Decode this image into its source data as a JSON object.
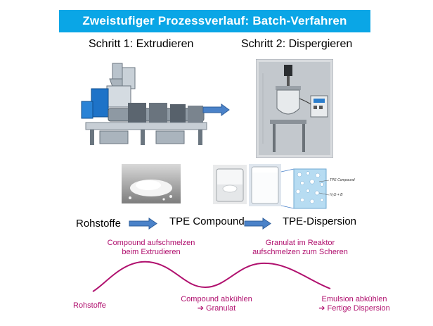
{
  "title": "Zweistufiger Prozessverlauf: Batch-Verfahren",
  "steps": {
    "step1": "Schritt 1: Extrudieren",
    "step2": "Schritt 2: Dispergieren"
  },
  "flow": {
    "rohstoffe": "Rohstoffe",
    "compound": "TPE Compound",
    "dispersion": "TPE-Dispersion"
  },
  "micrograph": {
    "label_compound": "TPE Compound",
    "label_water": "H₂O + B"
  },
  "curve": {
    "peak1": [
      "Compound aufschmelzen",
      "beim Extrudieren"
    ],
    "peak2": [
      "Granulat im Reaktor",
      "aufschmelzen zum Scheren"
    ],
    "start": "Rohstoffe",
    "valley1": [
      "Compound abkühlen",
      "➔ Granulat"
    ],
    "end": [
      "Emulsion abkühlen",
      "➔ Fertige Dispersion"
    ],
    "color": "#b0106e"
  },
  "colors": {
    "banner": "#0aa6e6",
    "arrow": "#4a82c9"
  }
}
